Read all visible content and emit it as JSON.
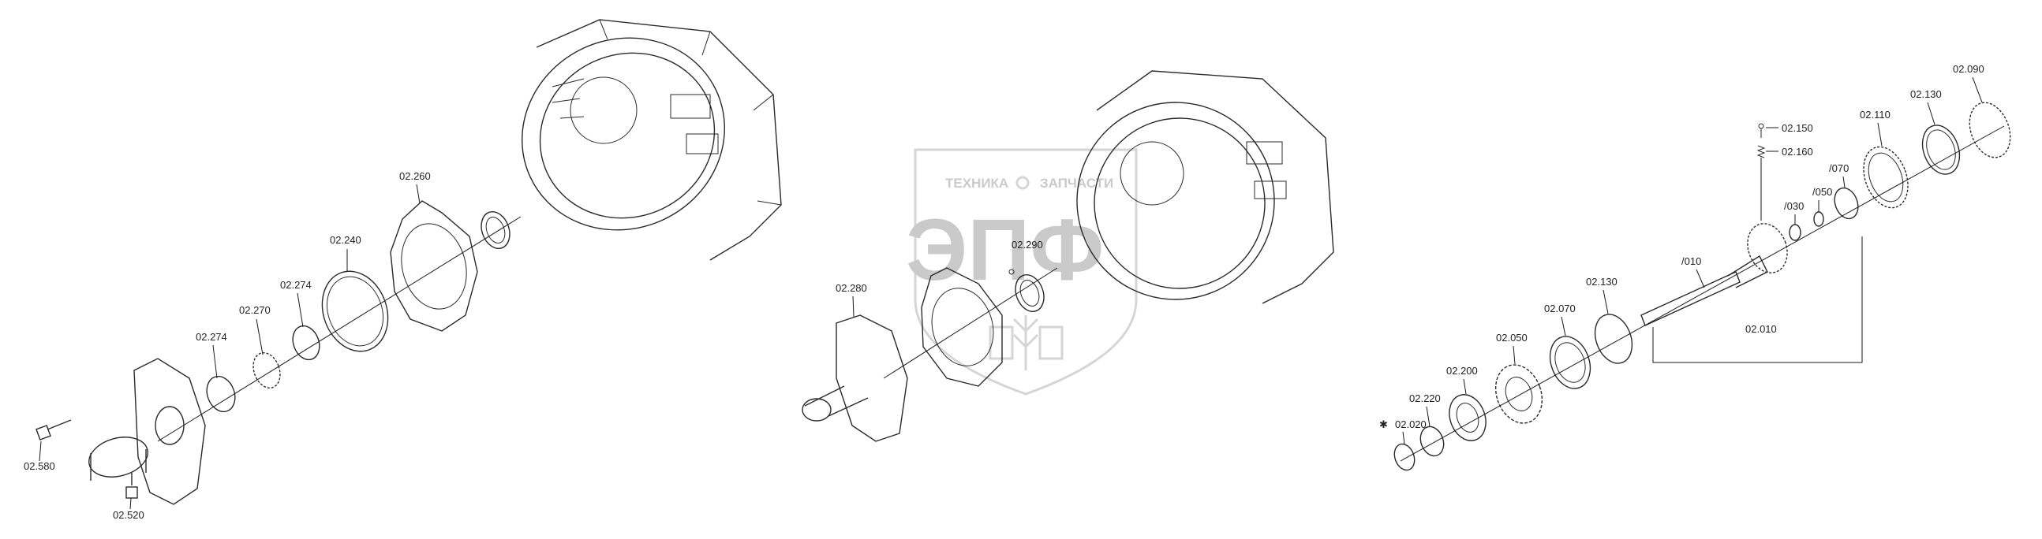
{
  "watermark": {
    "top_text": "ТЕХНИКА",
    "top_text_right": "ЗАПЧАСТИ",
    "logo_text": "ЭПФ"
  },
  "labels": {
    "p02_580": "02.580",
    "p02_520": "02.520",
    "p02_274_a": "02.274",
    "p02_270": "02.270",
    "p02_274_b": "02.274",
    "p02_240": "02.240",
    "p02_260": "02.260",
    "p02_280": "02.280",
    "p02_290": "02.290",
    "p02_020": "02.020",
    "p02_220": "02.220",
    "p02_200": "02.200",
    "p02_050": "02.050",
    "p02_070": "02.070",
    "p02_130_a": "02.130",
    "p_010": "/010",
    "p02_010": "02.010",
    "p_030": "/030",
    "p_050": "/050",
    "p_070": "/070",
    "p02_110": "02.110",
    "p02_130_b": "02.130",
    "p02_090": "02.090",
    "p02_150": "02.150",
    "p02_160": "02.160",
    "asterisk": "✱"
  }
}
